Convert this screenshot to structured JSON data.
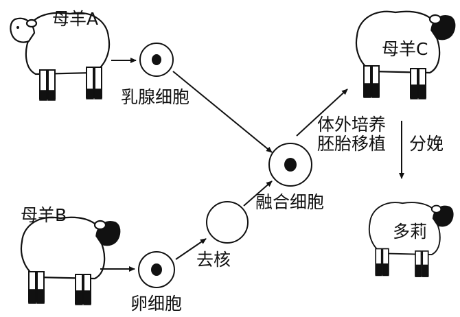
{
  "labels": {
    "sheep_a": "母羊A",
    "sheep_b": "母羊B",
    "sheep_c": "母羊C",
    "dolly": "多莉",
    "mammary_cell": "乳腺细胞",
    "egg_cell": "卵细胞",
    "enucleate": "去核",
    "fused_cell": "融合细胞",
    "culture": "体外培养",
    "transfer": "胚胎移植",
    "birth": "分娩"
  },
  "icons": {
    "sheep_white_face": "sheep-white-face-icon",
    "sheep_black_face": "sheep-black-face-icon",
    "cell_with_nucleus": "cell-with-nucleus-icon",
    "cell_enucleated": "cell-enucleated-icon"
  },
  "colors": {
    "ink": "#111111",
    "paper": "#ffffff"
  }
}
